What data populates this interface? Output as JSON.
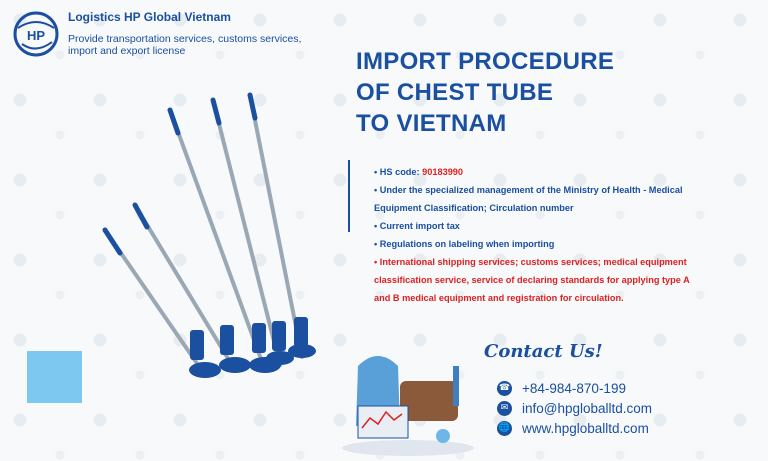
{
  "brand": {
    "name": "Logistics HP Global Vietnam",
    "tagline": "Provide transportation services, customs services, import and export license",
    "logo_icon": "hp-globe-logo-icon",
    "logo_text": "HP"
  },
  "title": {
    "line1": "IMPORT PROCEDURE",
    "line2": "OF CHEST TUBE",
    "line3": "TO VIETNAM"
  },
  "bullets": {
    "hs_prefix": "• HS code: ",
    "hs_value": "90183990",
    "b2a": "• Under the specialized management of the Ministry of Health - Medical",
    "b2b": "Equipment Classification; Circulation number",
    "b3": "• Current import tax",
    "b4": "• Regulations on labeling when importing",
    "b5a": "• International shipping services; customs services; medical equipment",
    "b5b": "classification service, service of declaring standards for applying type A",
    "b5c": "and B medical equipment and registration for circulation."
  },
  "contact": {
    "title": "Contact Us!",
    "phone": "+84-984-870-199",
    "email": "info@hpgloballtd.com",
    "website": "www.hpgloballtd.com",
    "phone_icon": "phone-icon",
    "email_icon": "email-icon",
    "web_icon": "globe-icon"
  },
  "colors": {
    "brand_blue": "#1b4fa0",
    "accent_red": "#e02020",
    "light_blue": "#7cc8f0"
  }
}
